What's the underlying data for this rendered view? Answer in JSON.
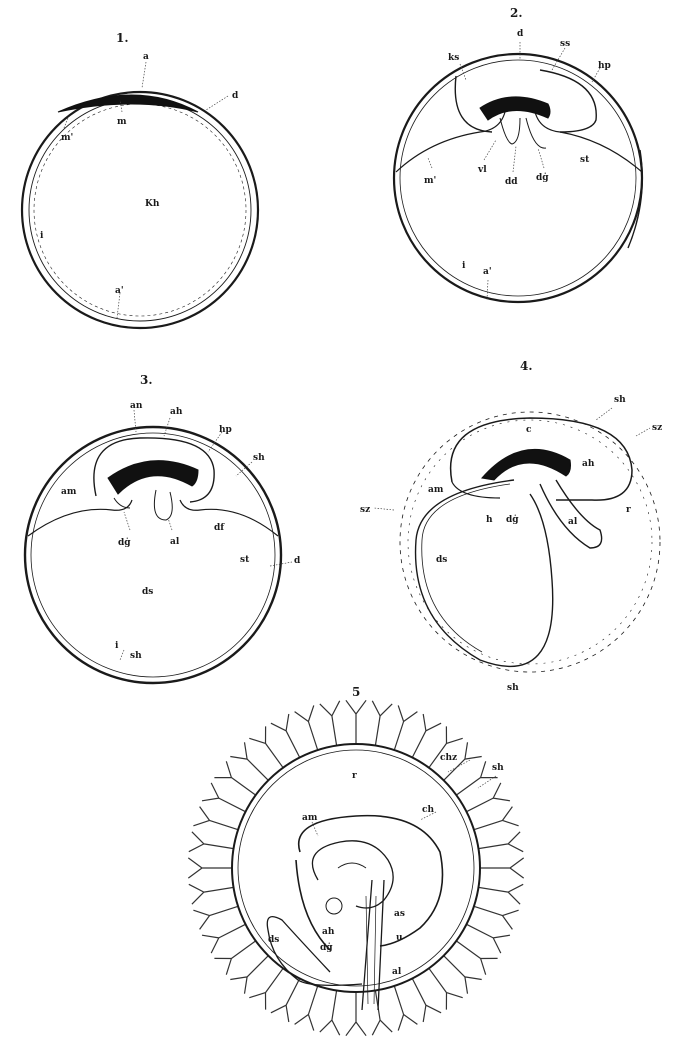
{
  "plate": {
    "background": "#ffffff",
    "ink": "#1a1a1a"
  },
  "figures": [
    {
      "number": "1.",
      "labels": {
        "a": "a",
        "d": "d",
        "m": "m",
        "m_prime": "m'",
        "kh": "Kh",
        "i": "i",
        "a_prime": "a'"
      }
    },
    {
      "number": "2.",
      "labels": {
        "d": "d",
        "ks": "ks",
        "ss": "ss",
        "hp": "hp",
        "m_prime": "m'",
        "vl": "vl",
        "dd": "dd",
        "dg": "dġ",
        "st": "st",
        "i": "i",
        "a_prime": "a'"
      }
    },
    {
      "number": "3.",
      "labels": {
        "an": "an",
        "ah": "ah",
        "hp": "hp",
        "sh": "sh",
        "am": "am",
        "dg": "dġ",
        "al": "al",
        "df": "df",
        "st": "st",
        "d": "d",
        "ds": "ds",
        "i": "i",
        "sh2": "sh"
      }
    },
    {
      "number": "4.",
      "labels": {
        "sh": "sh",
        "sz_right": "sz",
        "c": "c",
        "ah": "ah",
        "sz_left": "sz",
        "am": "am",
        "r": "r",
        "h": "h",
        "dg": "dġ",
        "al": "al",
        "ds": "ds",
        "sh_bottom": "sh"
      }
    },
    {
      "number": "5",
      "labels": {
        "chz": "chz",
        "sh": "sh",
        "r": "r",
        "ch": "ch",
        "am": "am",
        "as": "as",
        "u": "u",
        "ds": "ds",
        "ah": "ah",
        "dg": "dġ",
        "al": "al"
      }
    }
  ]
}
